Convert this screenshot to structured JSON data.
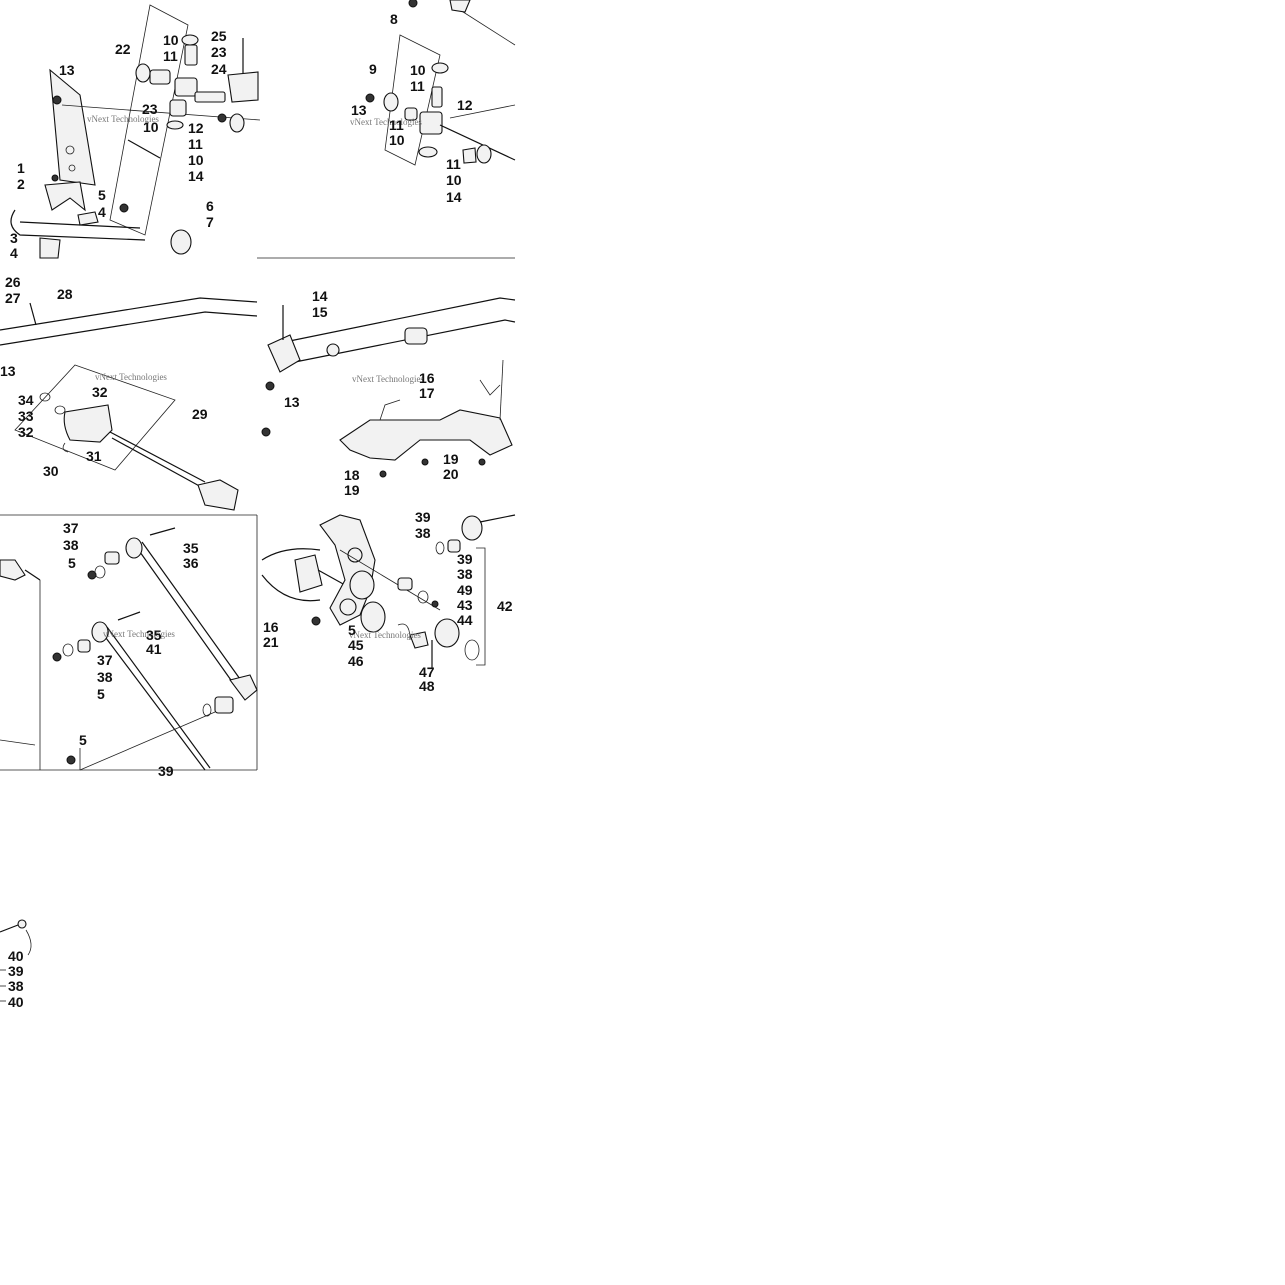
{
  "watermark": "vNext Technologies",
  "panels": {
    "top_left": {
      "labels": [
        "10",
        "25",
        "22",
        "11",
        "23",
        "24",
        "13",
        "23",
        "10",
        "12",
        "11",
        "10",
        "1",
        "14",
        "2",
        "5",
        "6",
        "4",
        "7",
        "3",
        "4"
      ]
    },
    "top_right": {
      "labels": [
        "8",
        "9",
        "10",
        "11",
        "12",
        "13",
        "11",
        "10",
        "11",
        "10",
        "14"
      ]
    },
    "mid_left": {
      "labels": [
        "26",
        "27",
        "28",
        "13",
        "34",
        "32",
        "33",
        "29",
        "32",
        "31",
        "30"
      ]
    },
    "mid_right": {
      "labels": [
        "14",
        "15",
        "16",
        "17",
        "13",
        "18",
        "19",
        "20",
        "19"
      ]
    },
    "low_left": {
      "labels": [
        "37",
        "38",
        "35",
        "5",
        "36",
        "35",
        "41",
        "37",
        "38",
        "5",
        "5",
        "39"
      ]
    },
    "low_right": {
      "labels": [
        "39",
        "38",
        "39",
        "38",
        "49",
        "42",
        "43",
        "44",
        "16",
        "21",
        "5",
        "45",
        "46",
        "47",
        "48"
      ]
    },
    "bottom_strip": {
      "labels": [
        "40",
        "39",
        "38",
        "40"
      ]
    }
  }
}
